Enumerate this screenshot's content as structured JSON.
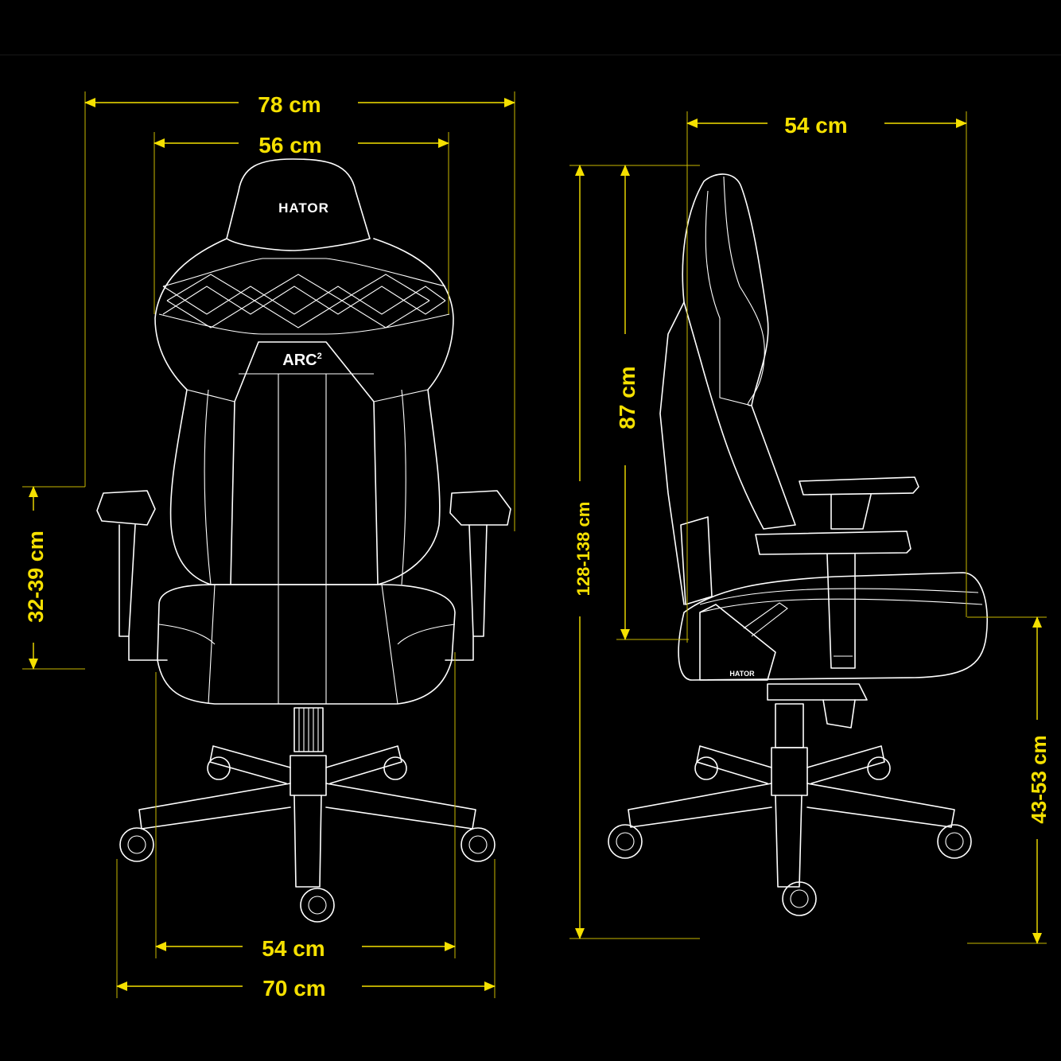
{
  "front_view": {
    "brand_label": "HATOR",
    "model_label": "ARC",
    "model_superscript": "2",
    "dimensions": {
      "overall_width": "78 cm",
      "backrest_width": "56 cm",
      "armrest_height": "32-39 cm",
      "seat_width": "54 cm",
      "base_width": "70 cm"
    }
  },
  "side_view": {
    "brand_label": "HATOR",
    "dimensions": {
      "seat_depth": "54 cm",
      "backrest_height": "87 cm",
      "total_height": "128-138 cm",
      "seat_height": "43-53 cm"
    }
  },
  "colors": {
    "background": "#000000",
    "dimension": "#f5e000",
    "outline": "#ffffff"
  }
}
